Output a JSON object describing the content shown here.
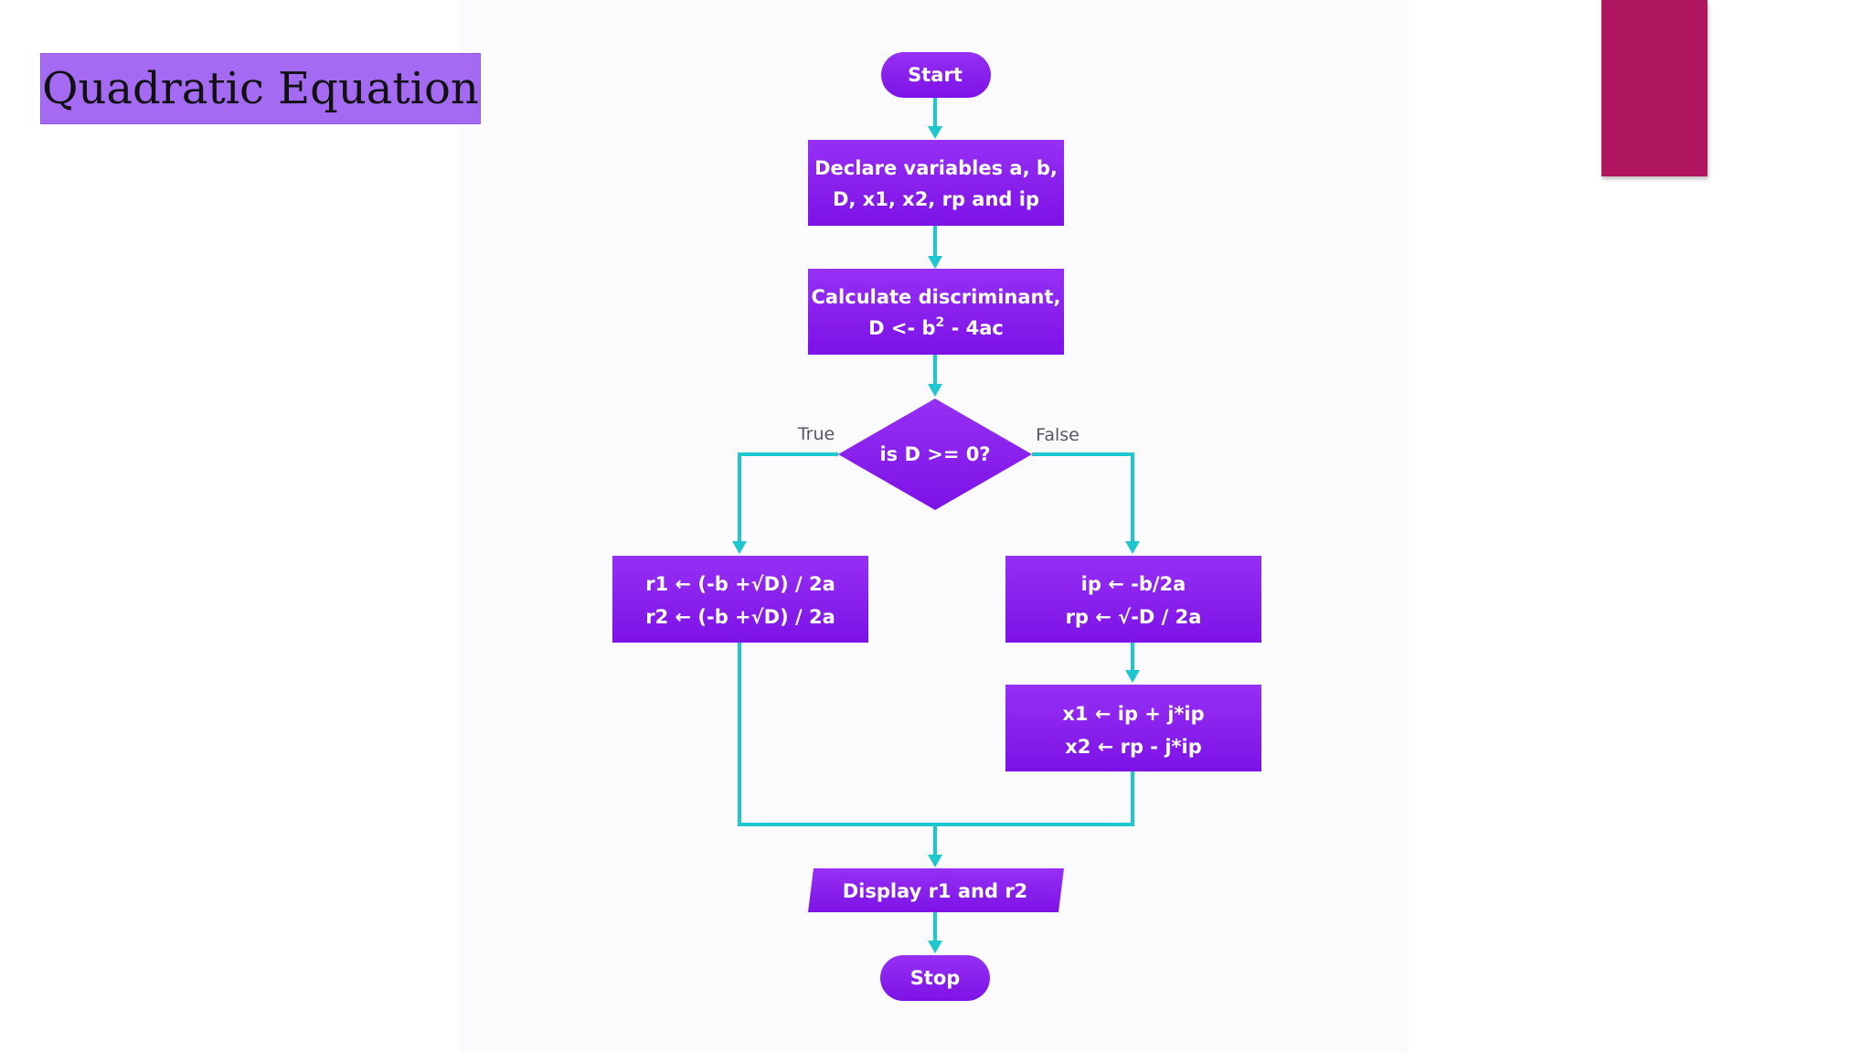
{
  "slide": {
    "title": "Quadratic Equation",
    "accent_color": "#b0165f",
    "title_bg_color": "#a46bf2"
  },
  "flowchart": {
    "node_color": "#8a1ff0",
    "connector_color": "#1ec6cf",
    "start": "Start",
    "declare": [
      "Declare variables a, b,",
      "D, x1, x2, rp and ip"
    ],
    "calculate": {
      "line1": "Calculate discriminant,",
      "line2_prefix": "D <- b",
      "line2_sup": "2",
      "line2_suffix": " - 4ac"
    },
    "decision": "is D >= 0?",
    "true_label": "True",
    "false_label": "False",
    "true_branch": [
      "r1 ← (-b +√D) / 2a",
      "r2 ← (-b +√D) / 2a"
    ],
    "false_branch_1": [
      "ip ← -b/2a",
      "rp ← √-D / 2a"
    ],
    "false_branch_2": [
      "x1 ← ip + j*ip",
      "x2 ← rp - j*ip"
    ],
    "display": "Display r1 and r2",
    "stop": "Stop"
  }
}
